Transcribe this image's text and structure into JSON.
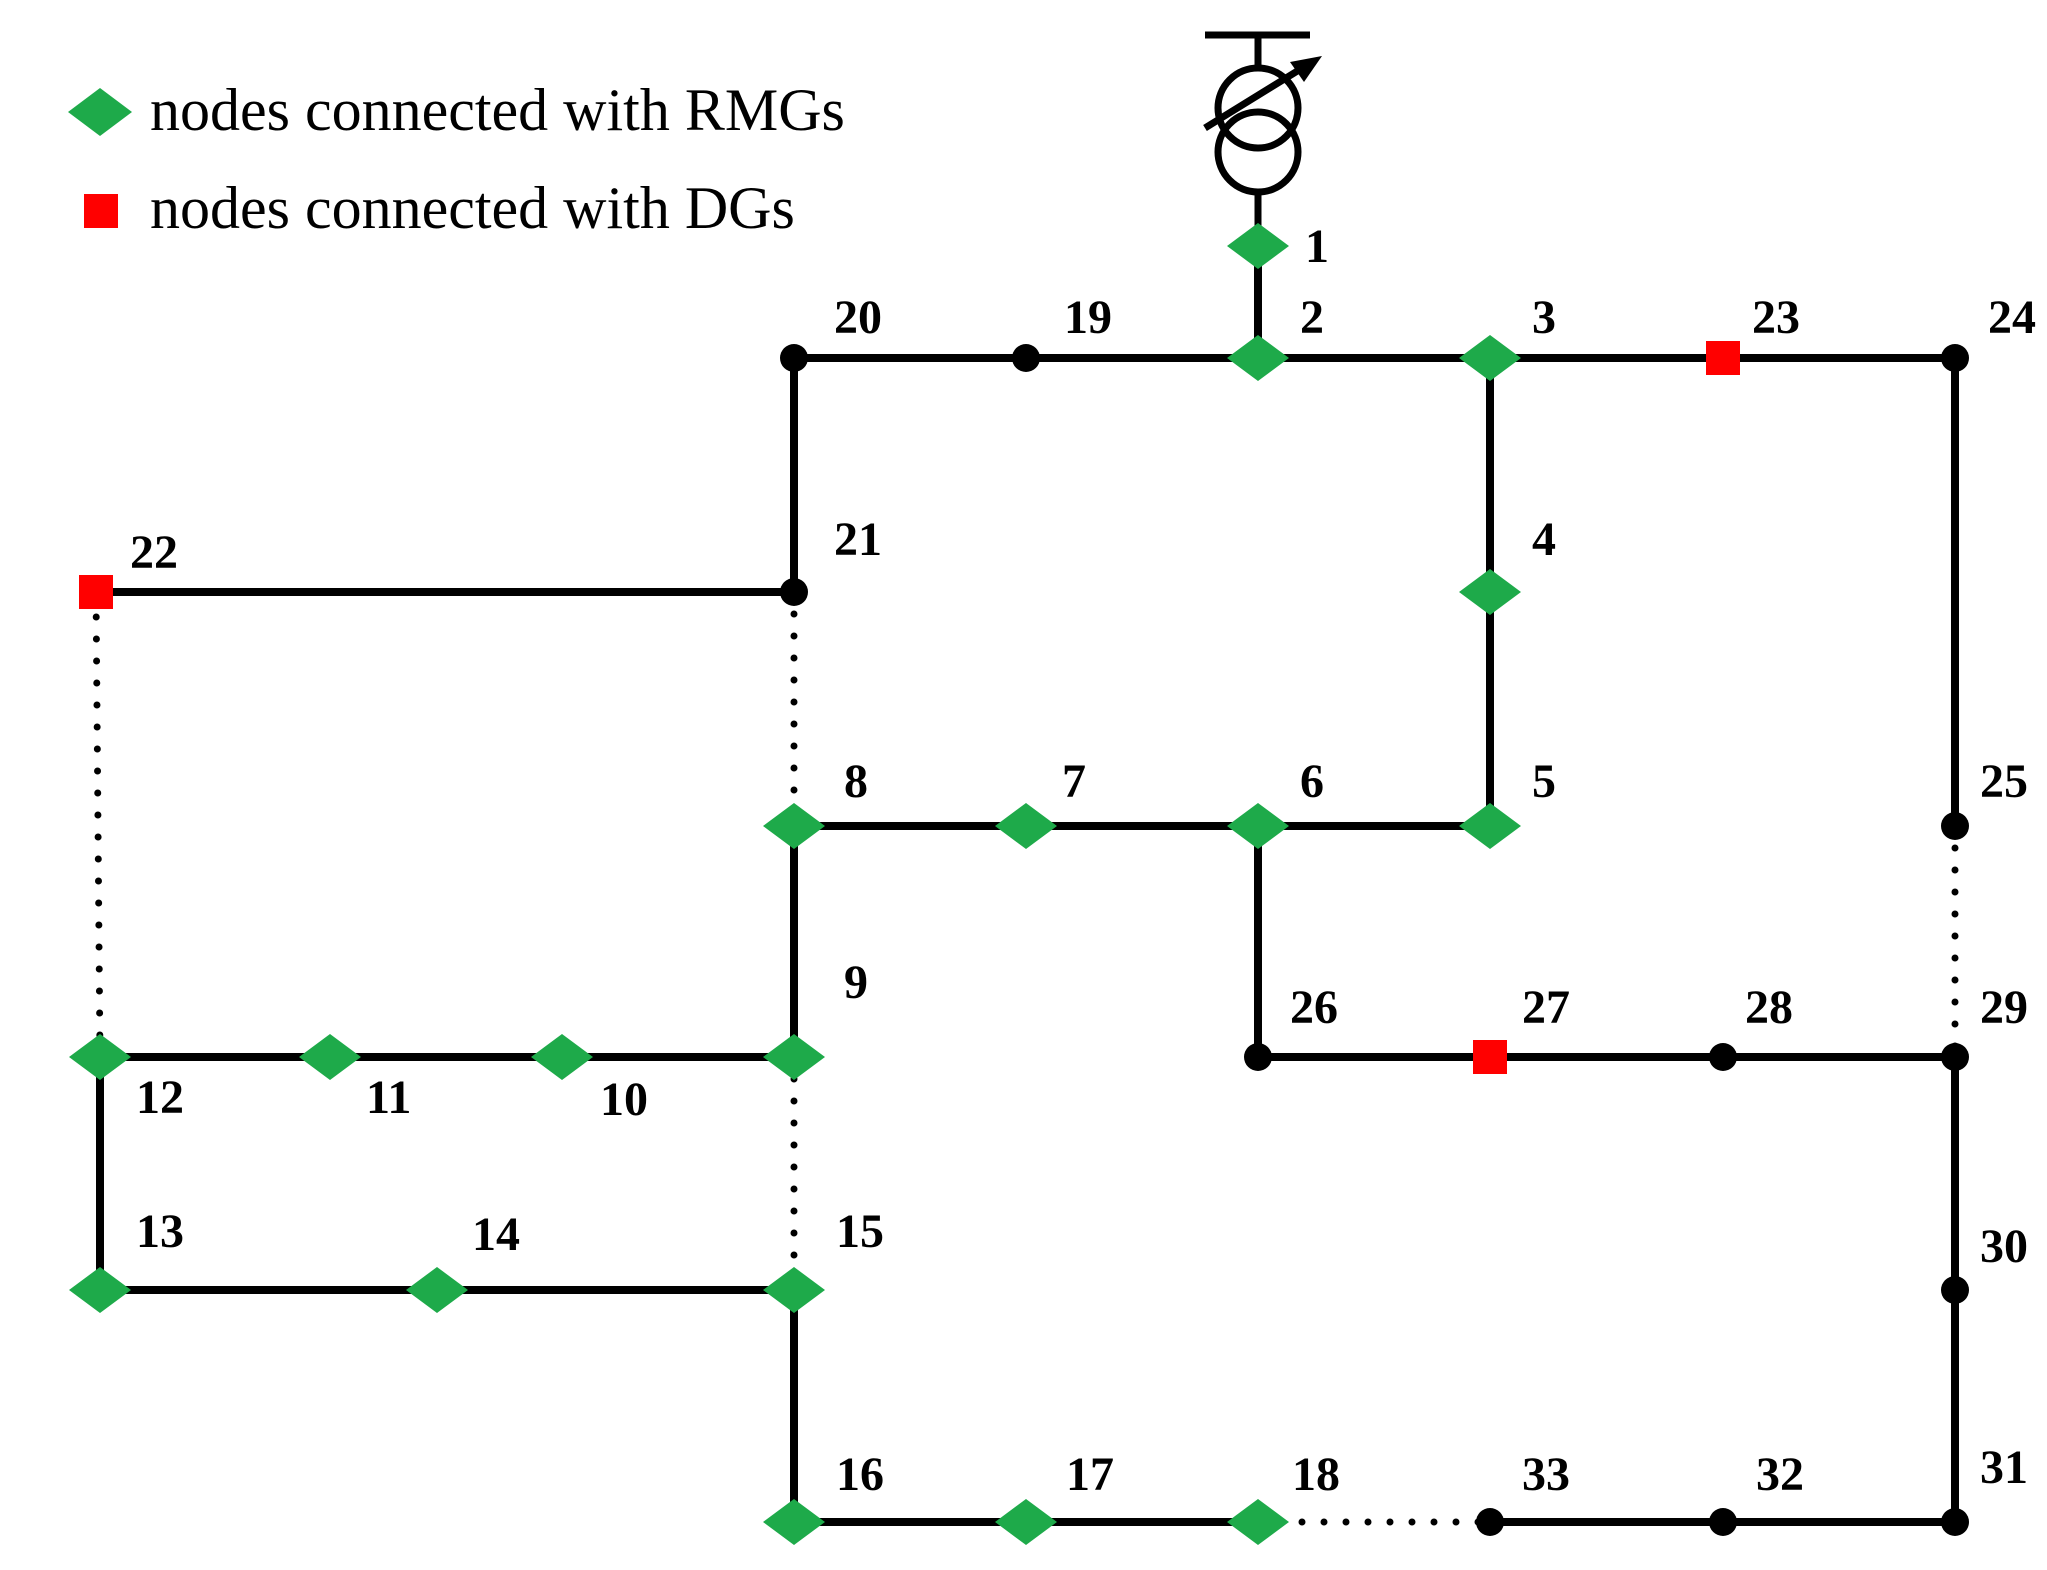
{
  "legend": {
    "rmg_label": "nodes connected with RMGs",
    "dg_label": "nodes connected with DGs"
  },
  "colors": {
    "line": "#000000",
    "rmg": "#1eaa4a",
    "dg": "#ff0000",
    "plain": "#000000"
  },
  "nodes": [
    {
      "id": "1",
      "type": "rmg"
    },
    {
      "id": "2",
      "type": "rmg"
    },
    {
      "id": "3",
      "type": "rmg"
    },
    {
      "id": "4",
      "type": "rmg"
    },
    {
      "id": "5",
      "type": "rmg"
    },
    {
      "id": "6",
      "type": "rmg"
    },
    {
      "id": "7",
      "type": "rmg"
    },
    {
      "id": "8",
      "type": "rmg"
    },
    {
      "id": "9",
      "type": "rmg"
    },
    {
      "id": "10",
      "type": "rmg"
    },
    {
      "id": "11",
      "type": "rmg"
    },
    {
      "id": "12",
      "type": "rmg"
    },
    {
      "id": "13",
      "type": "rmg"
    },
    {
      "id": "14",
      "type": "rmg"
    },
    {
      "id": "15",
      "type": "rmg"
    },
    {
      "id": "16",
      "type": "rmg"
    },
    {
      "id": "17",
      "type": "rmg"
    },
    {
      "id": "18",
      "type": "rmg"
    },
    {
      "id": "19",
      "type": "plain"
    },
    {
      "id": "20",
      "type": "plain"
    },
    {
      "id": "21",
      "type": "plain"
    },
    {
      "id": "22",
      "type": "dg"
    },
    {
      "id": "23",
      "type": "dg"
    },
    {
      "id": "24",
      "type": "plain"
    },
    {
      "id": "25",
      "type": "plain"
    },
    {
      "id": "26",
      "type": "plain"
    },
    {
      "id": "27",
      "type": "dg"
    },
    {
      "id": "28",
      "type": "plain"
    },
    {
      "id": "29",
      "type": "plain"
    },
    {
      "id": "30",
      "type": "plain"
    },
    {
      "id": "31",
      "type": "plain"
    },
    {
      "id": "32",
      "type": "plain"
    },
    {
      "id": "33",
      "type": "plain"
    }
  ],
  "branches": [
    {
      "from": "1",
      "to": "2",
      "style": "solid"
    },
    {
      "from": "2",
      "to": "19",
      "style": "solid"
    },
    {
      "from": "19",
      "to": "20",
      "style": "solid"
    },
    {
      "from": "20",
      "to": "21",
      "style": "solid"
    },
    {
      "from": "21",
      "to": "22",
      "style": "solid"
    },
    {
      "from": "2",
      "to": "3",
      "style": "solid"
    },
    {
      "from": "3",
      "to": "23",
      "style": "solid"
    },
    {
      "from": "23",
      "to": "24",
      "style": "solid"
    },
    {
      "from": "24",
      "to": "25",
      "style": "solid"
    },
    {
      "from": "3",
      "to": "4",
      "style": "solid"
    },
    {
      "from": "4",
      "to": "5",
      "style": "solid"
    },
    {
      "from": "5",
      "to": "6",
      "style": "solid"
    },
    {
      "from": "6",
      "to": "7",
      "style": "solid"
    },
    {
      "from": "7",
      "to": "8",
      "style": "solid"
    },
    {
      "from": "8",
      "to": "9",
      "style": "solid"
    },
    {
      "from": "9",
      "to": "10",
      "style": "solid"
    },
    {
      "from": "10",
      "to": "11",
      "style": "solid"
    },
    {
      "from": "11",
      "to": "12",
      "style": "solid"
    },
    {
      "from": "12",
      "to": "13",
      "style": "solid"
    },
    {
      "from": "13",
      "to": "14",
      "style": "solid"
    },
    {
      "from": "14",
      "to": "15",
      "style": "solid"
    },
    {
      "from": "15",
      "to": "16",
      "style": "solid"
    },
    {
      "from": "16",
      "to": "17",
      "style": "solid"
    },
    {
      "from": "17",
      "to": "18",
      "style": "solid"
    },
    {
      "from": "6",
      "to": "26",
      "style": "solid"
    },
    {
      "from": "26",
      "to": "27",
      "style": "solid"
    },
    {
      "from": "27",
      "to": "28",
      "style": "solid"
    },
    {
      "from": "28",
      "to": "29",
      "style": "solid"
    },
    {
      "from": "29",
      "to": "30",
      "style": "solid"
    },
    {
      "from": "30",
      "to": "31",
      "style": "solid"
    },
    {
      "from": "31",
      "to": "32",
      "style": "solid"
    },
    {
      "from": "32",
      "to": "33",
      "style": "solid"
    },
    {
      "from": "21",
      "to": "8",
      "style": "dotted"
    },
    {
      "from": "9",
      "to": "15",
      "style": "dotted"
    },
    {
      "from": "12",
      "to": "22",
      "style": "dotted"
    },
    {
      "from": "18",
      "to": "33",
      "style": "dotted"
    },
    {
      "from": "25",
      "to": "29",
      "style": "dotted"
    }
  ]
}
